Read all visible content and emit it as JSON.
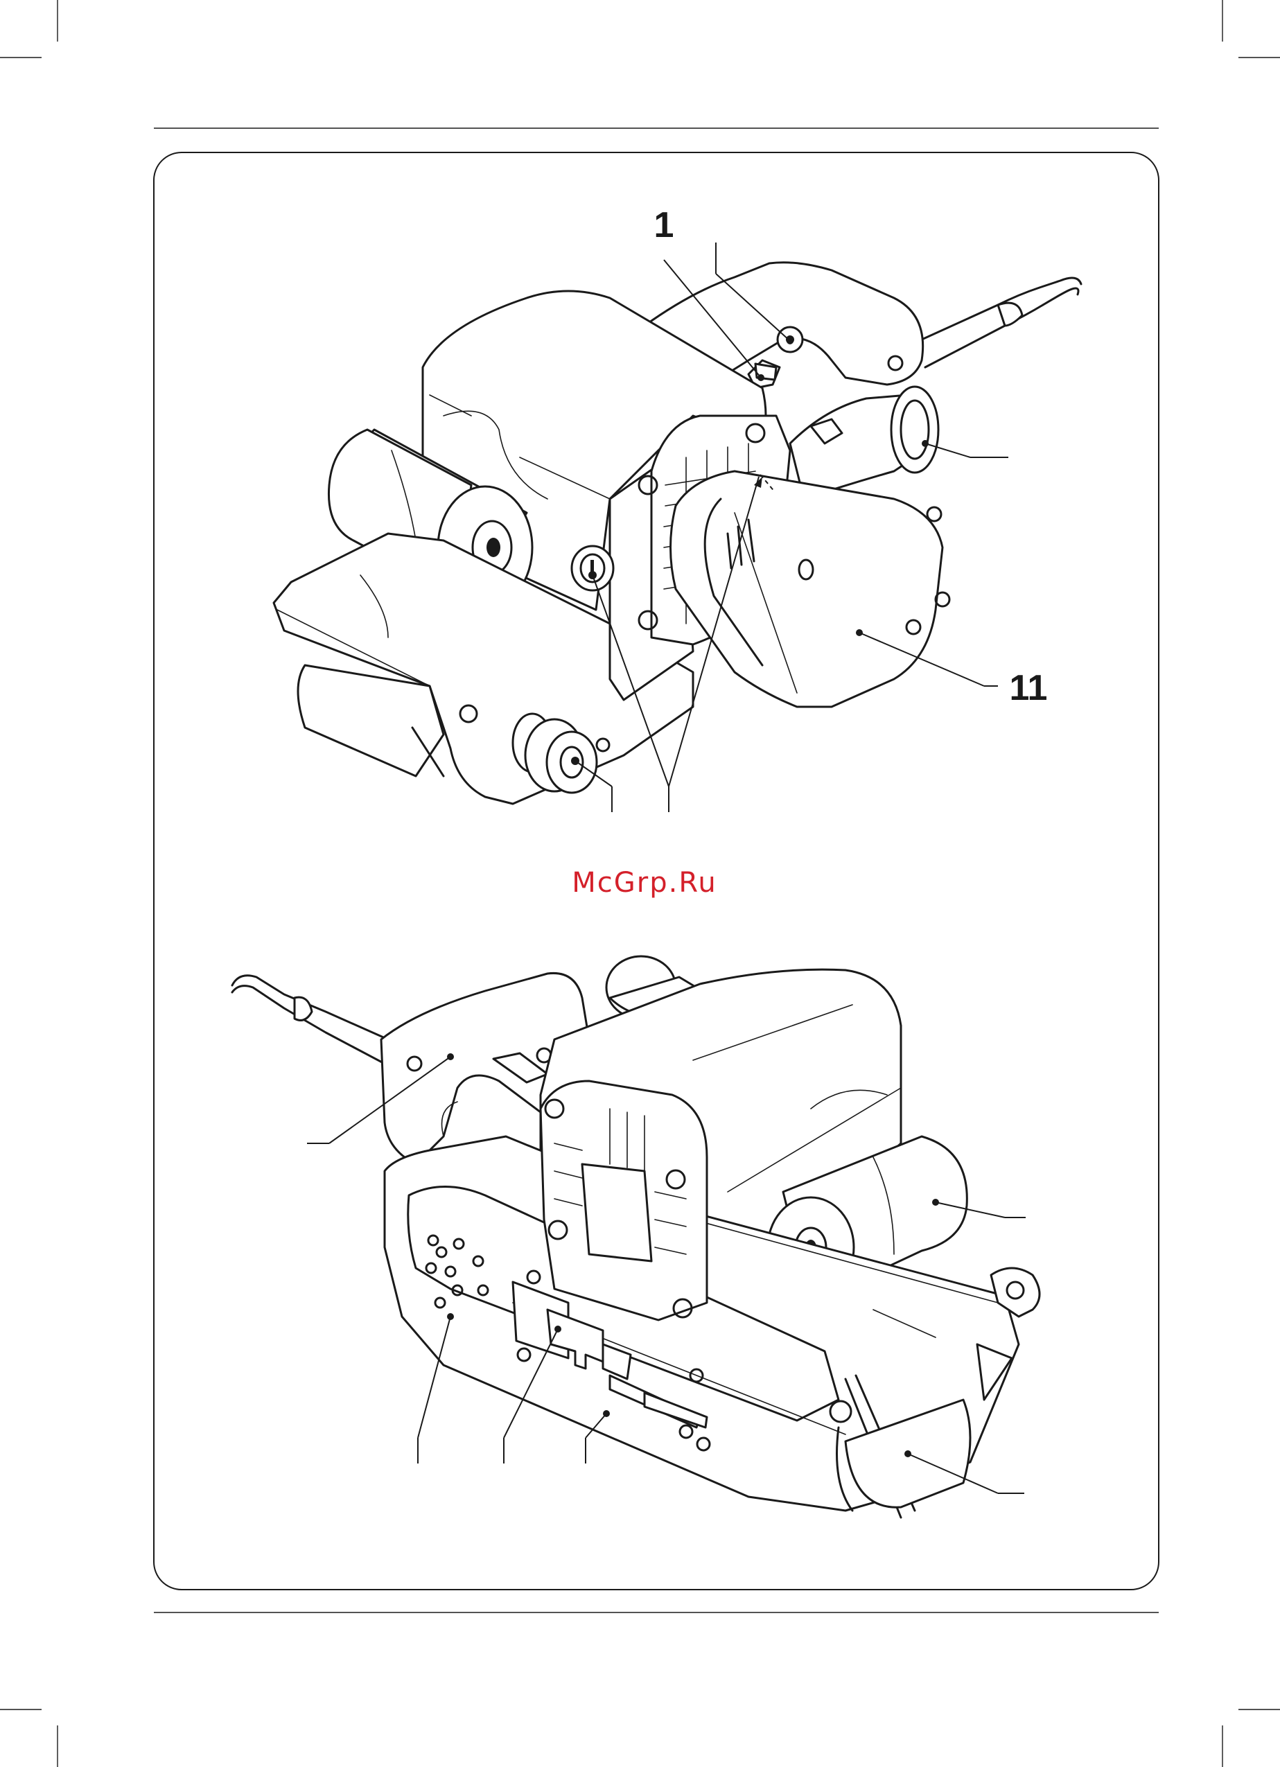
{
  "figure": {
    "callout_top_left": "1",
    "callout_top_right": "11"
  },
  "watermark": "McGrp.Ru"
}
